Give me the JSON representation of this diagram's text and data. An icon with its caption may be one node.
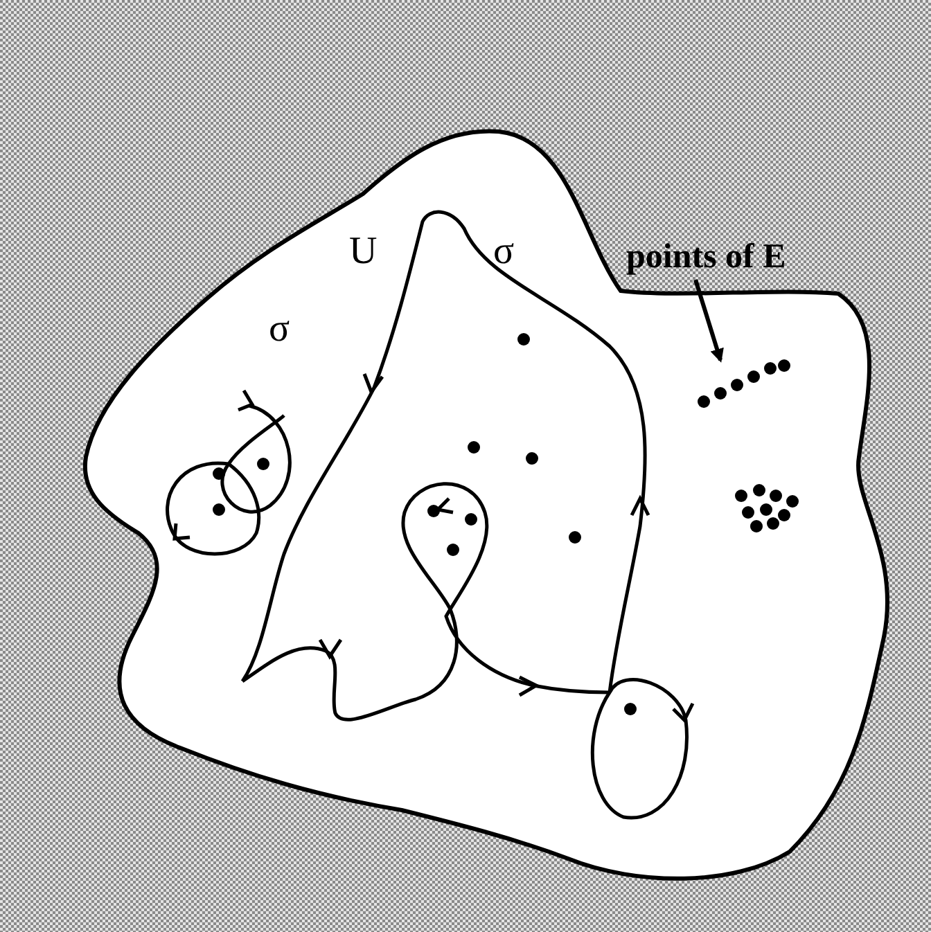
{
  "diagram": {
    "nodes": [
      {
        "text": [
          "points of E"
        ]
      },
      {
        "text": [],
        "shape": "circle"
      }
    ],
    "edges": [
      {
        "from": 0,
        "to": 1,
        "arrow": "to"
      }
    ],
    "labels": [
      "U",
      "σ",
      "σ"
    ]
  }
}
